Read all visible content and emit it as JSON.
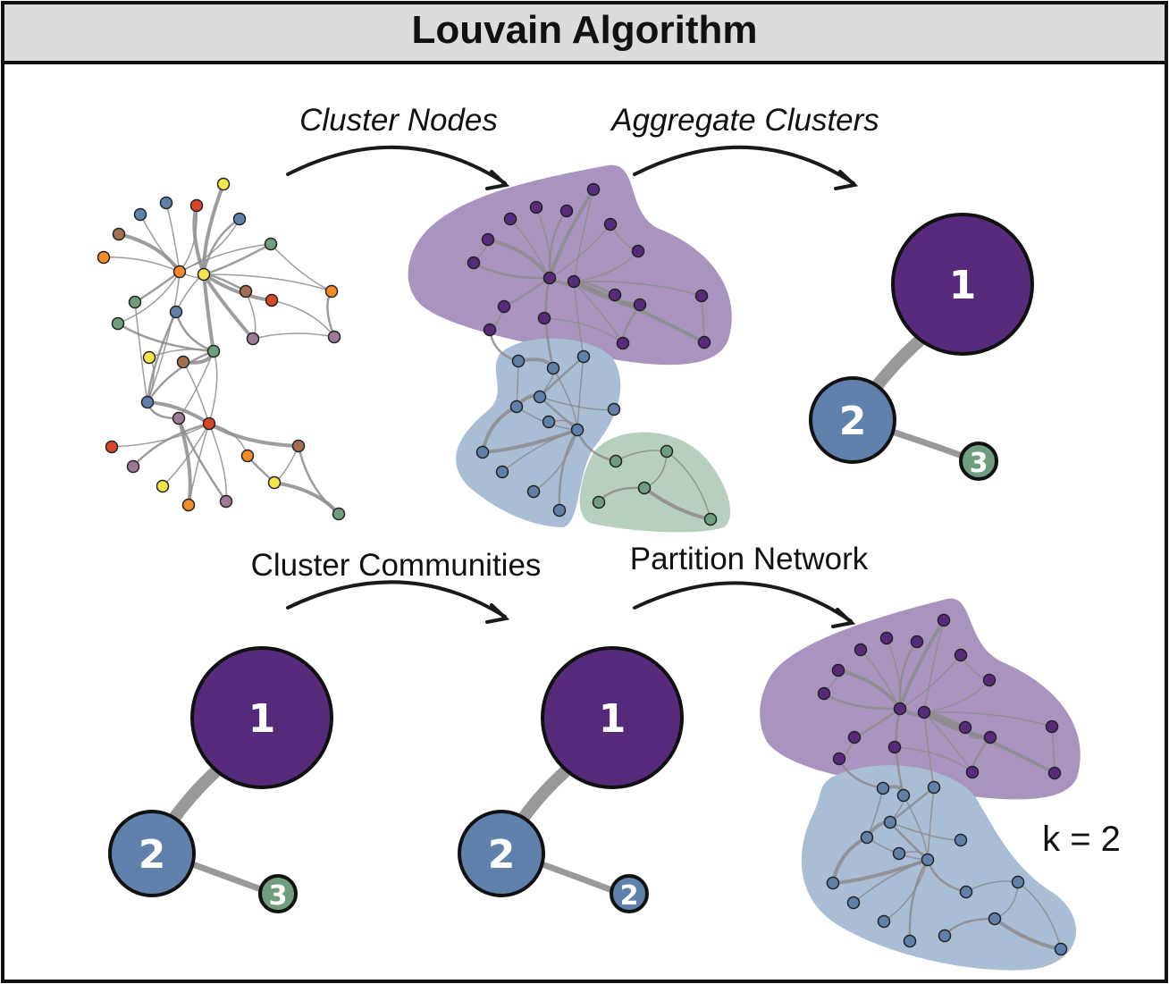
{
  "title": "Louvain Algorithm",
  "steps": {
    "cluster_nodes": "Cluster Nodes",
    "aggregate_clusters": "Aggregate Clusters",
    "cluster_communities": "Cluster Communities",
    "partition_network": "Partition Network"
  },
  "k_label": "k = 2",
  "colors": {
    "purple": "#572b7c",
    "blue": "#5f81ab",
    "green": "#6f9d7f",
    "purple_region": "#a894bf",
    "blue_region": "#a9bdd5",
    "green_region": "#b6cfbe",
    "edge": "#8c8c8c",
    "title_bar": "#dcdcdc"
  },
  "aggregated_graph_1": {
    "nodes": [
      {
        "label": "1",
        "community": "purple"
      },
      {
        "label": "2",
        "community": "blue"
      },
      {
        "label": "3",
        "community": "green"
      }
    ]
  },
  "aggregated_graph_2": {
    "nodes": [
      {
        "label": "1",
        "community": "purple"
      },
      {
        "label": "2",
        "community": "blue"
      },
      {
        "label": "3",
        "community": "green"
      }
    ]
  },
  "aggregated_graph_3": {
    "nodes": [
      {
        "label": "1",
        "community": "purple"
      },
      {
        "label": "2",
        "community": "blue"
      },
      {
        "label": "2",
        "community": "blue"
      }
    ]
  }
}
